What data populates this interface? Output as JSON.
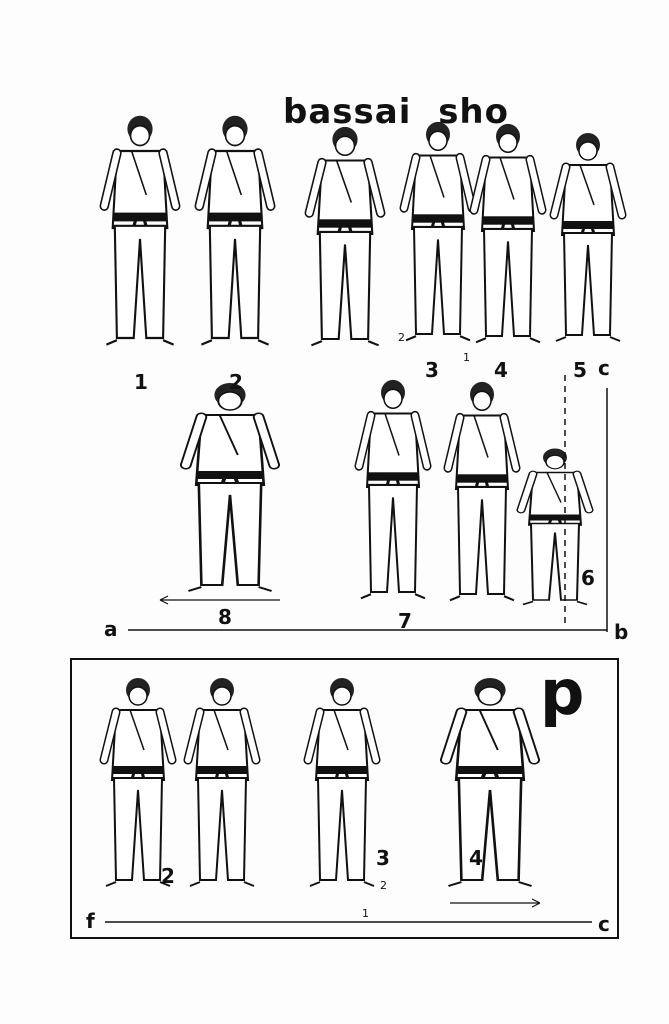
{
  "title": "bassai sho",
  "section_top": {
    "step_labels": [
      "1",
      "2",
      "3",
      "4",
      "5"
    ],
    "direction_c": "c",
    "step_arrow_numbers": [
      "2",
      "1"
    ]
  },
  "section_middle": {
    "step_labels": [
      "8",
      "7",
      "6"
    ],
    "direction_a": "a",
    "direction_b": "b"
  },
  "section_box": {
    "heading": "p",
    "step_labels": [
      "2",
      "3",
      "4"
    ],
    "step_arrow_numbers": [
      "2",
      "1"
    ],
    "direction_f": "f",
    "direction_c": "c"
  }
}
